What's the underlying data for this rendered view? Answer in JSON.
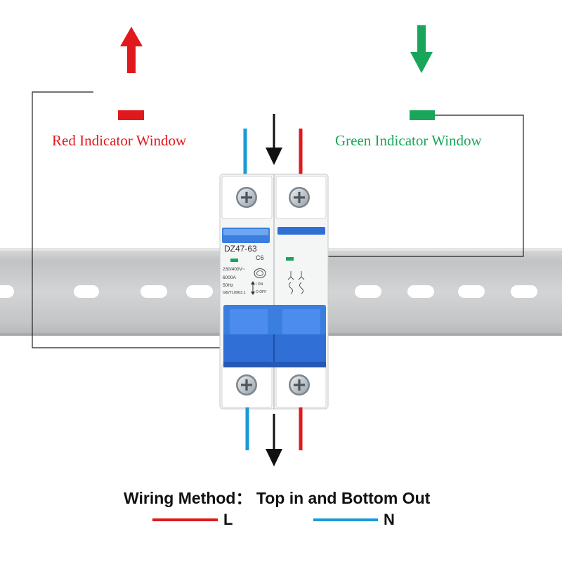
{
  "labels": {
    "red_indicator": "Red Indicator Window",
    "green_indicator": "Green Indicator Window"
  },
  "breaker": {
    "model": "DZ47-63",
    "curve": "C6",
    "voltage": "230/400V~",
    "capacity": "6000A",
    "frequency": "50Hz",
    "standard": "GB/T10963.1",
    "on_label": "I ON",
    "off_label": "O OFF"
  },
  "wiring": {
    "title": "Wiring Method： Top in and Bottom Out",
    "line_label": "L",
    "neutral_label": "N"
  },
  "colors": {
    "red": "#e0191c",
    "green": "#1aa65a",
    "blue_wire": "#1a9ad6",
    "breaker_blue": "#2f6fd6",
    "rail": "#c9cacc"
  },
  "icons": [
    "arrow-up-icon",
    "arrow-down-icon",
    "screw-terminal-icon"
  ]
}
